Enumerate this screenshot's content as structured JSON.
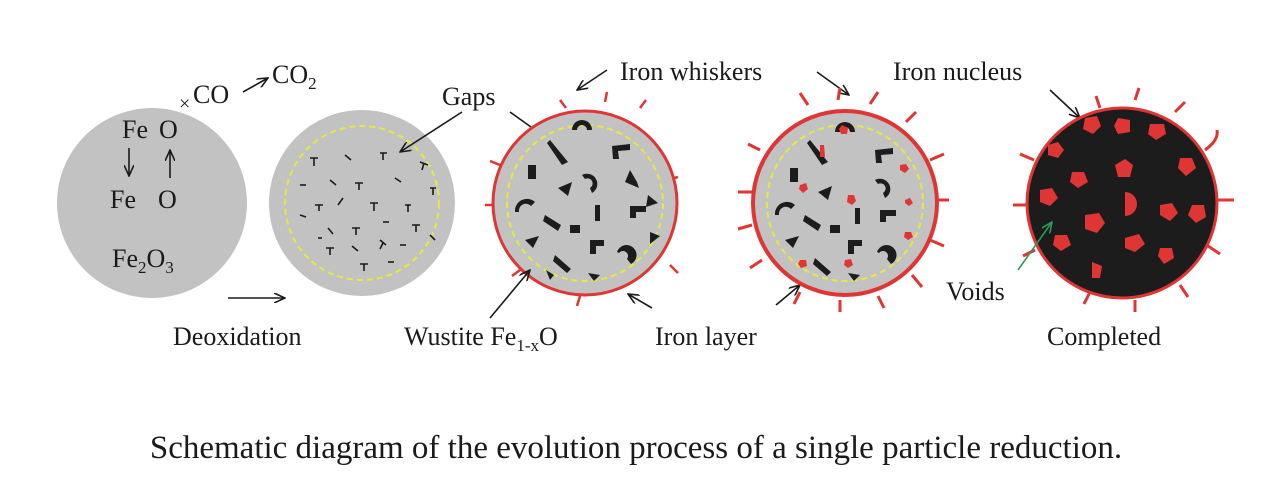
{
  "colors": {
    "particle_gray": "#c2c2c2",
    "dark_particle": "#1c1c1c",
    "iron_red": "#e03535",
    "dashed_yellow": "#e8e840",
    "wustite_black": "#1c1c1c",
    "voids_arrow_green": "#2a9a5a"
  },
  "stage1": {
    "fe_top": "Fe",
    "o_top": "O",
    "fe_bottom": "Fe",
    "o_bottom": "O",
    "oxide_base": "Fe",
    "oxide_sub1": "2",
    "oxide_mid": "O",
    "oxide_sub2": "3"
  },
  "reaction": {
    "co": "CO",
    "co2_base": "CO",
    "co2_sub": "2"
  },
  "labels": {
    "gaps": "Gaps",
    "iron_whiskers": "Iron whiskers",
    "iron_nucleus": "Iron nucleus",
    "deoxidation": "Deoxidation",
    "wustite_base": "Wustite Fe",
    "wustite_sub": "1-x",
    "wustite_end": "O",
    "iron_layer": "Iron layer",
    "voids": "Voids",
    "completed": "Completed"
  },
  "caption": "Schematic diagram of the evolution process of a single particle reduction."
}
